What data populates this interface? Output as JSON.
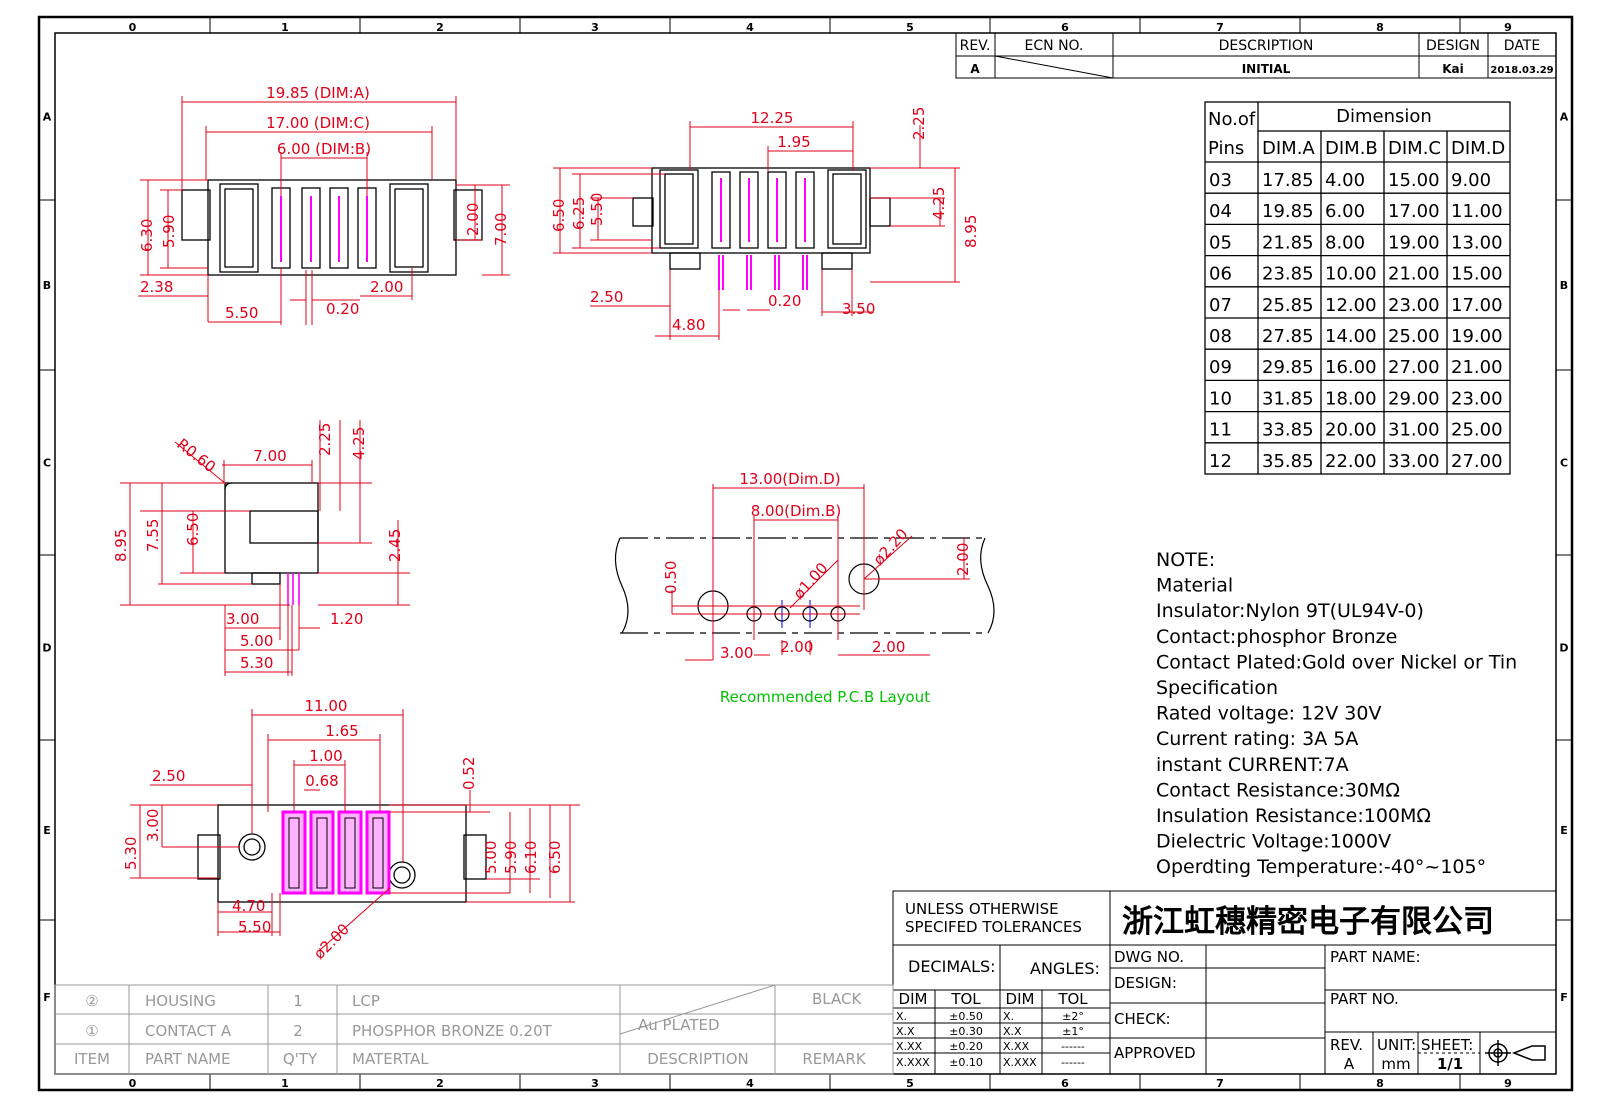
{
  "colors": {
    "line": "#000000",
    "dim": "#e0001a",
    "contact": "#ff00ff",
    "note_green": "#00c000",
    "pcb_blue": "#0000ff",
    "faded": "#999999"
  },
  "border": {
    "cols": [
      "0",
      "1",
      "2",
      "3",
      "4",
      "5",
      "6",
      "7",
      "8",
      "9"
    ],
    "rows": [
      "A",
      "B",
      "C",
      "D",
      "E",
      "F"
    ]
  },
  "revision": {
    "headers": [
      "REV.",
      "ECN  NO.",
      "DESCRIPTION",
      "DESIGN",
      "DATE"
    ],
    "rev": "A",
    "description": "INITIAL",
    "design": "Kai",
    "date": "2018.03.29"
  },
  "dim_table": {
    "header_left_1": "No.of",
    "header_left_2": "Pins",
    "header_group": "Dimension",
    "columns": [
      "DIM.A",
      "DIM.B",
      "DIM.C",
      "DIM.D"
    ],
    "rows": [
      [
        "03",
        "17.85",
        "4.00",
        "15.00",
        "9.00"
      ],
      [
        "04",
        "19.85",
        "6.00",
        "17.00",
        "11.00"
      ],
      [
        "05",
        "21.85",
        "8.00",
        "19.00",
        "13.00"
      ],
      [
        "06",
        "23.85",
        "10.00",
        "21.00",
        "15.00"
      ],
      [
        "07",
        "25.85",
        "12.00",
        "23.00",
        "17.00"
      ],
      [
        "08",
        "27.85",
        "14.00",
        "25.00",
        "19.00"
      ],
      [
        "09",
        "29.85",
        "16.00",
        "27.00",
        "21.00"
      ],
      [
        "10",
        "31.85",
        "18.00",
        "29.00",
        "23.00"
      ],
      [
        "11",
        "33.85",
        "20.00",
        "31.00",
        "25.00"
      ],
      [
        "12",
        "35.85",
        "22.00",
        "33.00",
        "27.00"
      ]
    ]
  },
  "notes": [
    "NOTE:",
    "Material",
    "Insulator:Nylon  9T(UL94V-0)",
    "Contact:phosphor  Bronze",
    "Contact  Plated:Gold  over  Nickel  or  Tin",
    "Specification",
    "Rated  voltage: 12V  30V",
    "Current  rating:  3A    5A",
    "instant  CURRENT:7A",
    "Contact  Resistance:30MΩ",
    "Insulation  Resistance:100MΩ",
    "Dielectric  Voltage:1000V",
    "Operdting  Temperature:-40°~105°"
  ],
  "pcb_caption": "Recommended  P.C.B  Layout",
  "views": {
    "front": [
      "19.85 (DIM:A)",
      "17.00 (DIM:C)",
      "6.00 (DIM:B)",
      "6.30",
      "5.90",
      "2.00",
      "7.00",
      "2.38",
      "2.00",
      "5.50",
      "0.20"
    ],
    "top": [
      "12.25",
      "1.95",
      "2.25",
      "6.50",
      "6.25",
      "5.50",
      "4.25",
      "8.95",
      "2.50",
      "0.20",
      "3.50",
      "4.80"
    ],
    "side": [
      "R0.60",
      "7.00",
      "2.25",
      "4.25",
      "8.95",
      "7.55",
      "6.50",
      "2.45",
      "3.00",
      "1.20",
      "5.00",
      "5.30"
    ],
    "pcb": [
      "13.00(Dim.D)",
      "8.00(Dim.B)",
      "ø2.20",
      "2.00",
      "0.50",
      "ø1.00",
      "3.00",
      "2.00",
      "2.00"
    ],
    "bottom": [
      "11.00",
      "1.65",
      "1.00",
      "0.68",
      "0.52",
      "2.50",
      "5.30",
      "3.00",
      "5.00",
      "5.90",
      "6.10",
      "6.50",
      "4.70",
      "5.50",
      "ø2.00"
    ]
  },
  "tolerance_block": {
    "title_1": "UNLESS  OTHERWISE",
    "title_2": "SPECIFED  TOLERANCES",
    "decimals": "DECIMALS:",
    "angles": "ANGLES:",
    "dim": "DIM",
    "tol": "TOL",
    "dec_rows": [
      [
        "X.",
        "±0.50"
      ],
      [
        "X.X",
        "±0.30"
      ],
      [
        "X.XX",
        "±0.20"
      ],
      [
        "X.XXX",
        "±0.10"
      ]
    ],
    "ang_rows": [
      [
        "X.",
        "±2°"
      ],
      [
        "X.X",
        "±1°"
      ],
      [
        "X.XX",
        "------"
      ],
      [
        "X.XXX",
        "------"
      ]
    ]
  },
  "title_block": {
    "company": "浙江虹穗精密电子有限公司",
    "dwg_no": "DWG  NO.",
    "design": "DESIGN:",
    "check": "CHECK:",
    "approved": "APPROVED",
    "part_name": "PART  NAME:",
    "part_no": "PART  NO.",
    "rev_label": "REV.",
    "rev_value": "A",
    "unit_label": "UNIT:",
    "unit_value": "mm",
    "sheet_label": "SHEET:",
    "sheet_value": "1/1"
  },
  "bom": {
    "rows": [
      {
        "item": "②",
        "part_name": "HOUSING",
        "qty": "1",
        "material": "LCP",
        "description": "",
        "remark": "BLACK"
      },
      {
        "item": "①",
        "part_name": "CONTACT  A",
        "qty": "2",
        "material": "PHOSPHOR  BRONZE  0.20T",
        "description": "Au  PLATED",
        "remark": ""
      }
    ],
    "headers": {
      "item": "ITEM",
      "part_name": "PART  NAME",
      "qty": "Q'TY",
      "material": "MATERTAL",
      "description": "DESCRIPTION",
      "remark": "REMARK"
    }
  }
}
